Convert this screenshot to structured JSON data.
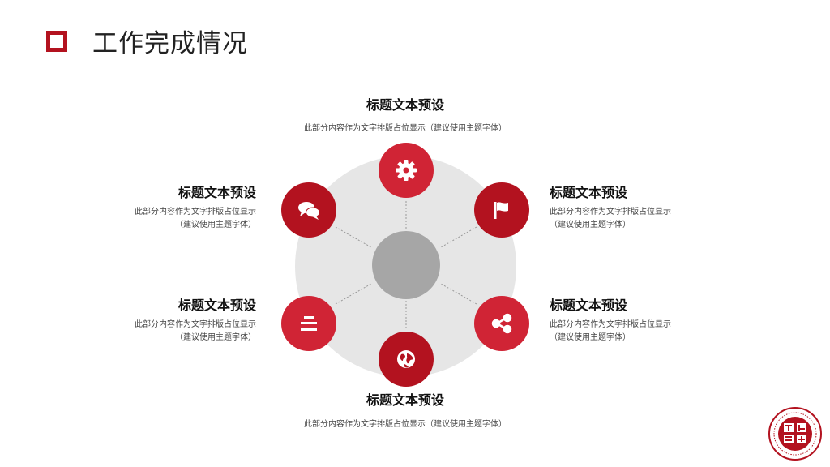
{
  "header": {
    "title": "工作完成情况"
  },
  "items": {
    "top": {
      "title": "标题文本预设",
      "desc": "此部分内容作为文字排版占位显示（建议使用主题字体）"
    },
    "left1": {
      "title": "标题文本预设",
      "desc1": "此部分内容作为文字排版占位显示",
      "desc2": "（建议使用主题字体）"
    },
    "right1": {
      "title": "标题文本预设",
      "desc1": "此部分内容作为文字排版占位显示",
      "desc2": "（建议使用主题字体）"
    },
    "left2": {
      "title": "标题文本预设",
      "desc1": "此部分内容作为文字排版占位显示",
      "desc2": "（建议使用主题字体）"
    },
    "right2": {
      "title": "标题文本预设",
      "desc1": "此部分内容作为文字排版占位显示",
      "desc2": "（建议使用主题字体）"
    },
    "bottom": {
      "title": "标题文本预设",
      "desc": "此部分内容作为文字排版占位显示（建议使用主题字体）"
    }
  },
  "nodes": [
    {
      "icon": "gear-icon"
    },
    {
      "icon": "chat-bubbles-icon"
    },
    {
      "icon": "flag-icon"
    },
    {
      "icon": "align-icon"
    },
    {
      "icon": "share-icon"
    },
    {
      "icon": "globe-icon"
    }
  ],
  "colors": {
    "accent": "#d02435",
    "accent_dark": "#b3121f",
    "ring": "#e6e6e6",
    "center": "#a6a6a6"
  }
}
